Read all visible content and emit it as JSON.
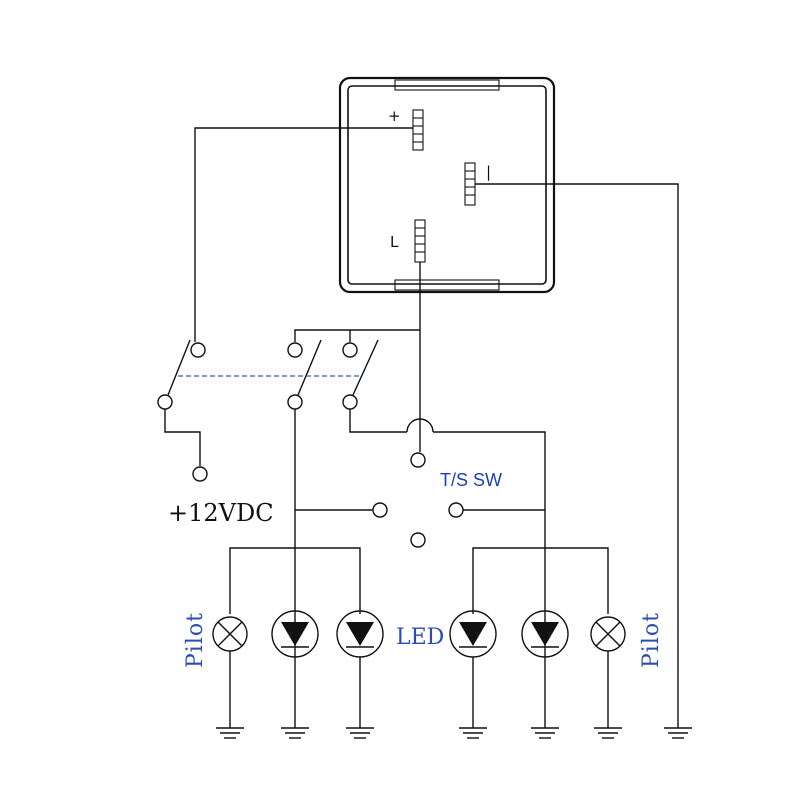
{
  "flasher_relay": {
    "pin_plus": "+",
    "pin_l": "L",
    "pin_ground": "|"
  },
  "labels": {
    "supply": "+12VDC",
    "turn_switch": "T/S SW",
    "led": "LED",
    "pilot_left": "Pilot",
    "pilot_right": "Pilot"
  },
  "colors": {
    "wire": "#111111",
    "label_blue": "#2b4cb5",
    "mechanical_link": "#3a5bbf"
  },
  "components": {
    "left_lamps": [
      "pilot-lamp",
      "led-diode",
      "led-diode"
    ],
    "right_lamps": [
      "led-diode",
      "led-diode",
      "pilot-lamp"
    ],
    "grounds": 7,
    "hazard_switch_poles": 3
  }
}
